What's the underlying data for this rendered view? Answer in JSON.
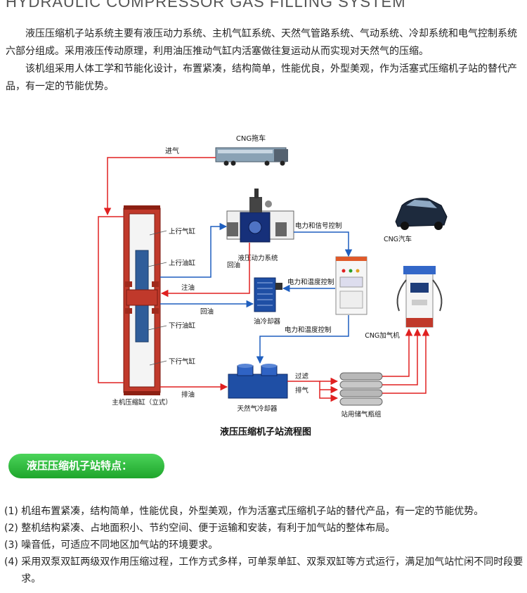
{
  "header": {
    "title": "HYDRAULIC COMPRESSOR GAS FILLING  SYSTEM"
  },
  "intro": {
    "p1": "液压压缩机子站系统主要有液压动力系统、主机气缸系统、天然气管路系统、气动系统、冷却系统和电气控制系统六部分组成。采用液压传动原理，利用油压推动气缸内活塞做往复运动从而实现对天然气的压缩。",
    "p2": "该机组采用人体工学和节能化设计，布置紧凑，结构简单，性能优良，外型美观，作为活塞式压缩机子站的替代产品，有一定的节能优势。"
  },
  "diagram": {
    "caption": "液压压缩机子站流程图",
    "labels": {
      "trailer": "CNG拖车",
      "inlet": "进气",
      "upper_gas_cyl": "上行气缸",
      "upper_oil_cyl": "上行油缸",
      "lower_oil_cyl": "下行油缸",
      "lower_gas_cyl": "下行气缸",
      "main_cyl": "主机压缩缸（立式）",
      "hydraulic_power": "液压动力系统",
      "return_oil_1": "回油",
      "inject_oil": "注油",
      "return_oil_2": "回油",
      "oil_cooler": "油冷却器",
      "power_signal": "电力和信号控制",
      "power_temp_1": "电力和温度控制",
      "power_temp_2": "电力和温度控制",
      "car": "CNG汽车",
      "dispenser": "CNG加气机",
      "discharge_oil": "排油",
      "gas_cooler": "天然气冷却器",
      "filter": "过滤",
      "exhaust": "排气",
      "storage": "站用储气瓶组"
    }
  },
  "features": {
    "title": "液压压缩机子站特点：",
    "items": [
      {
        "num": "(1) ",
        "text": "机组布置紧凑，结构简单，性能优良，外型美观，作为活塞式压缩机子站的替代产品，有一定的节能优势。"
      },
      {
        "num": "(2) ",
        "text": "整机结构紧凑、占地面积小、节约空间、便于运输和安装，有利于加气站的整体布局。"
      },
      {
        "num": "(3) ",
        "text": "噪音低，可适应不同地区加气站的环境要求。"
      },
      {
        "num": "(4) ",
        "text": "采用双泵双缸两级双作用压缩过程，工作方式多样，可单泵单缸、双泵双缸等方式运行，满足加气站忙闲不同时段要求。"
      }
    ]
  },
  "colors": {
    "pipe_red": "#e02020",
    "pipe_blue": "#1f5fbf",
    "pill_green": "#2bb83a"
  }
}
